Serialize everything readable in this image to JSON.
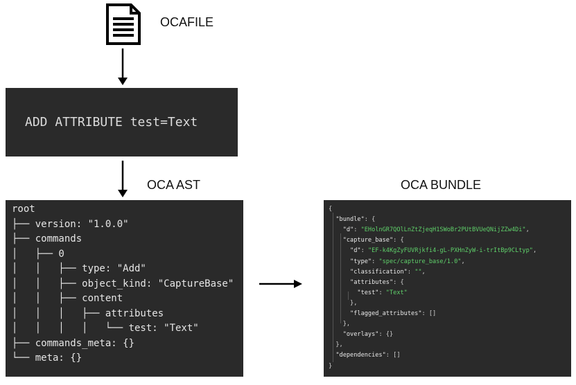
{
  "labels": {
    "ocafile": "OCAFILE",
    "oca_ast": "OCA AST",
    "oca_bundle": "OCA BUNDLE"
  },
  "command": "ADD ATTRIBUTE test=Text",
  "ast_lines": [
    "root",
    "├── version: \"1.0.0\"",
    "├── commands",
    "│   ├── 0",
    "│   │   ├── type: \"Add\"",
    "│   │   ├── object_kind: \"CaptureBase\"",
    "│   │   ├── content",
    "│   │   │   ├── attributes",
    "│   │   │   │   └── test: \"Text\"",
    "├── commands_meta: {}",
    "└── meta: {}"
  ],
  "bundle_lines": [
    [
      {
        "t": "{",
        "c": "p"
      }
    ],
    [
      {
        "t": "  \"bundle\"",
        "c": "k"
      },
      {
        "t": ": {",
        "c": "p"
      }
    ],
    [
      {
        "t": "    \"d\"",
        "c": "k"
      },
      {
        "t": ": ",
        "c": "p"
      },
      {
        "t": "\"EHolnGR7QOlLnZtZjeqH1SWoBr2PUtBVUeQNijZZw4Di\"",
        "c": "s"
      },
      {
        "t": ",",
        "c": "p"
      }
    ],
    [
      {
        "t": "    \"capture_base\"",
        "c": "k"
      },
      {
        "t": ": {",
        "c": "p"
      }
    ],
    [
      {
        "t": "      \"d\"",
        "c": "k"
      },
      {
        "t": ": ",
        "c": "p"
      },
      {
        "t": "\"EF-k4KgZyFUVRjkfi4-gL-PXHnZyW-i-trItBp9CLtyp\"",
        "c": "s"
      },
      {
        "t": ",",
        "c": "p"
      }
    ],
    [
      {
        "t": "      \"type\"",
        "c": "k"
      },
      {
        "t": ": ",
        "c": "p"
      },
      {
        "t": "\"spec/capture_base/1.0\"",
        "c": "s"
      },
      {
        "t": ",",
        "c": "p"
      }
    ],
    [
      {
        "t": "      \"classification\"",
        "c": "k"
      },
      {
        "t": ": ",
        "c": "p"
      },
      {
        "t": "\"\"",
        "c": "s"
      },
      {
        "t": ",",
        "c": "p"
      }
    ],
    [
      {
        "t": "      \"attributes\"",
        "c": "k"
      },
      {
        "t": ": {",
        "c": "p"
      }
    ],
    [
      {
        "t": "        \"test\"",
        "c": "k"
      },
      {
        "t": ": ",
        "c": "p"
      },
      {
        "t": "\"Text\"",
        "c": "s"
      }
    ],
    [
      {
        "t": "      },",
        "c": "p"
      }
    ],
    [
      {
        "t": "      \"flagged_attributes\"",
        "c": "k"
      },
      {
        "t": ": []",
        "c": "p"
      }
    ],
    [
      {
        "t": "    },",
        "c": "p"
      }
    ],
    [
      {
        "t": "    \"overlays\"",
        "c": "k"
      },
      {
        "t": ": {}",
        "c": "p"
      }
    ],
    [
      {
        "t": "  },",
        "c": "p"
      }
    ],
    [
      {
        "t": "  \"dependencies\"",
        "c": "k"
      },
      {
        "t": ": []",
        "c": "p"
      }
    ],
    [
      {
        "t": "}",
        "c": "p"
      }
    ]
  ],
  "colors": {
    "panel": "#2a2a2a",
    "json_string": "#5fd06a",
    "arrow": "#000000"
  },
  "icons": {
    "document": "document-icon"
  }
}
